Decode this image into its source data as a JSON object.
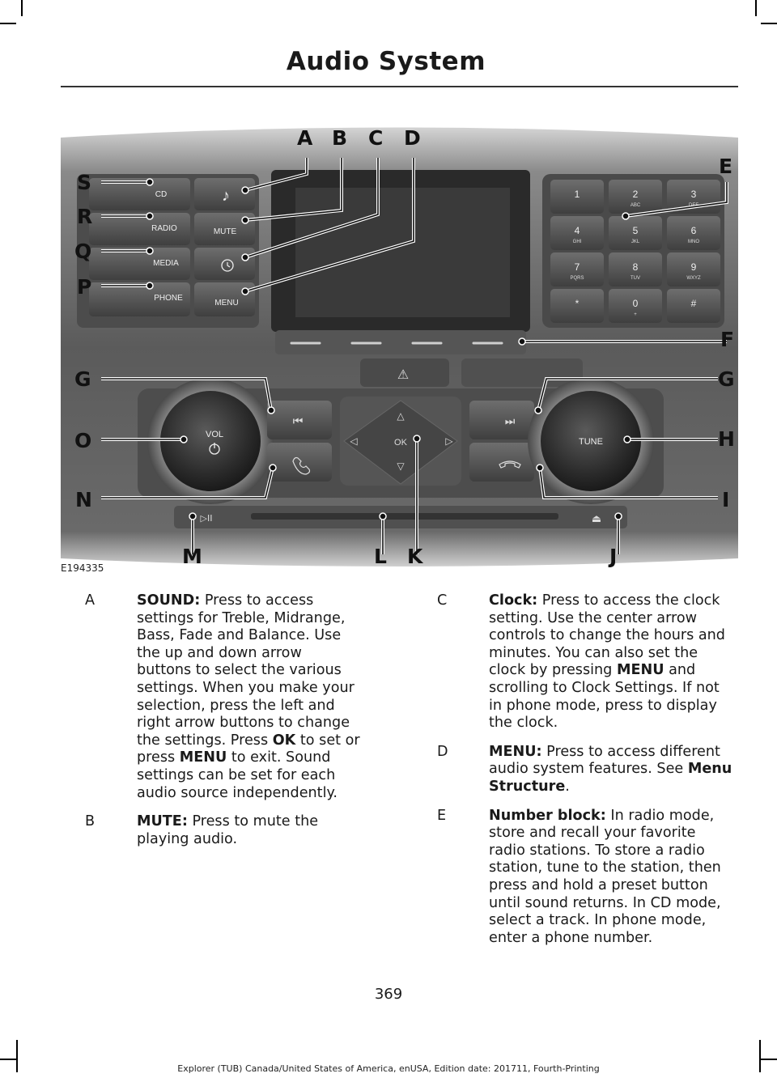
{
  "header": {
    "title": "Audio System"
  },
  "figure": {
    "id": "E194335",
    "callouts": [
      "A",
      "B",
      "C",
      "D",
      "E",
      "F",
      "G",
      "G",
      "H",
      "I",
      "J",
      "K",
      "L",
      "M",
      "N",
      "O",
      "P",
      "Q",
      "R",
      "S"
    ],
    "buttons": {
      "cd": "CD",
      "radio": "RADIO",
      "media": "MEDIA",
      "phone": "PHONE",
      "mute": "MUTE",
      "menu": "MENU",
      "vol": "VOL",
      "ok": "OK",
      "tune": "TUNE"
    },
    "keypad": [
      {
        "num": "1",
        "sub": ""
      },
      {
        "num": "2",
        "sub": "ABC"
      },
      {
        "num": "3",
        "sub": "DEF"
      },
      {
        "num": "4",
        "sub": "GHI"
      },
      {
        "num": "5",
        "sub": "JKL"
      },
      {
        "num": "6",
        "sub": "MNO"
      },
      {
        "num": "7",
        "sub": "PQRS"
      },
      {
        "num": "8",
        "sub": "TUV"
      },
      {
        "num": "9",
        "sub": "WXYZ"
      },
      {
        "num": "*",
        "sub": ""
      },
      {
        "num": "0",
        "sub": "+"
      },
      {
        "num": "#",
        "sub": ""
      }
    ],
    "symbols": {
      "music": "♪",
      "play_pause": "▷II",
      "eject": "⏏",
      "prev": "⏮",
      "next": "⏭",
      "up": "△",
      "down": "▽",
      "left": "◁",
      "right": "▷",
      "hazard": "⚠"
    }
  },
  "entries": {
    "a": {
      "letter": "A",
      "term": "SOUND:",
      "text1": " Press to access settings for Treble, Midrange, Bass, Fade and Balance. Use the up and down arrow buttons to select the various settings. When you make your selection, press the left and right arrow buttons to change the settings. Press ",
      "ok": "OK",
      "text2": " to set or press ",
      "menu": "MENU",
      "text3": " to exit. Sound settings can be set for each audio source independently."
    },
    "b": {
      "letter": "B",
      "term": "MUTE:",
      "text1": " Press to mute the playing audio."
    },
    "c": {
      "letter": "C",
      "term": "Clock:",
      "text1": " Press to access the clock setting. Use the center arrow controls to change the hours and minutes. You can also set the clock by pressing ",
      "menu": "MENU",
      "text2": " and scrolling to Clock Settings. If not in phone mode, press to display the clock."
    },
    "d": {
      "letter": "D",
      "term": "MENU:",
      "text1": " Press to access different audio system features. See ",
      "ref": "Menu Structure",
      "text2": "."
    },
    "e": {
      "letter": "E",
      "term": "Number block:",
      "text1": " In radio mode, store and recall your favorite radio stations. To store a radio station, tune to the station, then press and hold a preset button until sound returns. In CD mode, select a track. In phone mode, enter a phone number."
    }
  },
  "page_number": "369",
  "footer": "Explorer (TUB) Canada/United States of America, enUSA, Edition date: 201711, Fourth-Printing"
}
